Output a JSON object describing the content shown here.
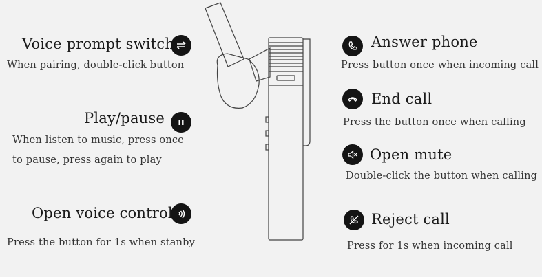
{
  "left": [
    {
      "title": "Voice prompt switch",
      "desc": [
        "When pairing, double-click button"
      ],
      "icon": "swap-arrows-icon"
    },
    {
      "title": "Play/pause",
      "desc": [
        "When listen to music, press once",
        "to pause, press again to play"
      ],
      "icon": "pause-icon"
    },
    {
      "title": "Open voice control",
      "desc": [
        "Press the button for 1s when stanby"
      ],
      "icon": "sound-wave-icon"
    }
  ],
  "right": [
    {
      "title": "Answer phone",
      "desc": [
        "Press button once when incoming call"
      ],
      "icon": "phone-icon"
    },
    {
      "title": "End call",
      "desc": [
        "Press the button once when calling"
      ],
      "icon": "end-call-icon"
    },
    {
      "title": "Open mute",
      "desc": [
        "Double-click the button when calling"
      ],
      "icon": "speaker-mute-icon"
    },
    {
      "title": "Reject call",
      "desc": [
        "Press for 1s when incoming call"
      ],
      "icon": "reject-call-icon"
    }
  ]
}
